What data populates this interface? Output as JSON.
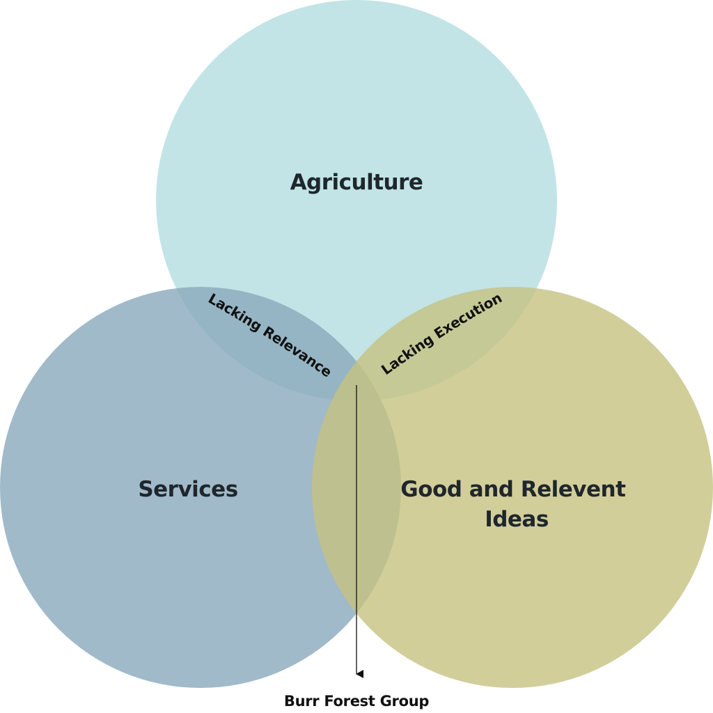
{
  "diagram": {
    "sets": [
      {
        "id": "agriculture",
        "label": "Agriculture",
        "color": "#b3dde0"
      },
      {
        "id": "services",
        "label": "Services",
        "color": "#8aa9bb"
      },
      {
        "id": "good-ideas",
        "label_lines": [
          "Good and Relevent",
          "Ideas"
        ],
        "color": "#c5c281"
      }
    ],
    "intersections": [
      {
        "id": "agriculture-services",
        "label": "Lacking Relevance"
      },
      {
        "id": "agriculture-good-ideas",
        "label": "Lacking Execution"
      }
    ],
    "center_callout": {
      "label": "Burr Forest Group",
      "color": "#111111"
    }
  }
}
